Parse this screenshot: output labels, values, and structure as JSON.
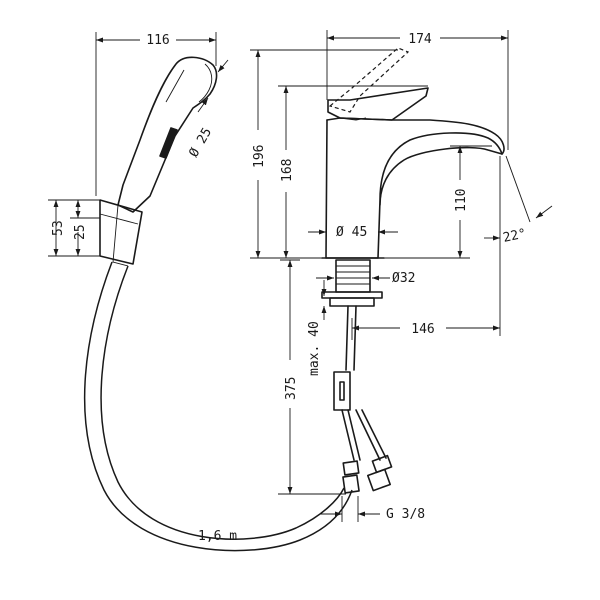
{
  "dimensions": {
    "handshower_width": "116",
    "handshower_diameter": "Ø 25",
    "holder_height": "53",
    "holder_width": "25",
    "overall_width": "174",
    "overall_height": "196",
    "spout_height": "168",
    "outlet_height": "110",
    "spout_angle": "22°",
    "body_diameter": "Ø 45",
    "thread_diameter": "Ø32",
    "max_thickness": "max. 40",
    "projection": "146",
    "connection_length": "375",
    "hose_length": "1,6 m",
    "connection_thread": "G 3/8"
  }
}
